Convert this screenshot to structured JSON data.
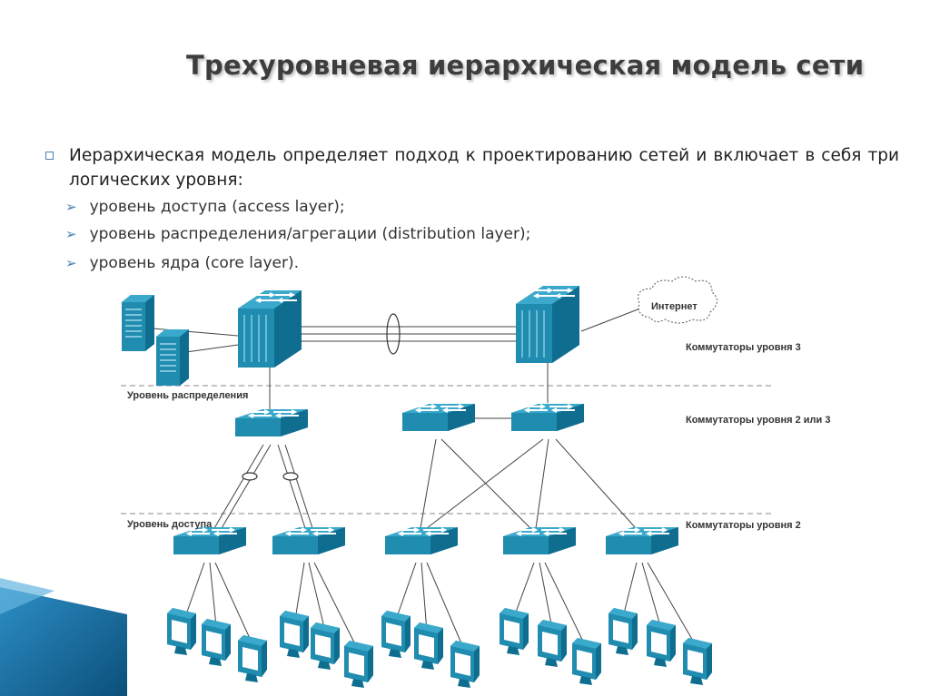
{
  "title": "Трехуровневая иерархическая модель сети",
  "intro": "Иерархическая  модель определяет подход к проектированию сетей и включает в себя три логических уровня:",
  "layers": [
    "уровень доступа (access layer);",
    "уровень распределения/агрегации (distribution layer);",
    "уровень ядра (core layer)."
  ],
  "diagram": {
    "internet": "Интернет",
    "label_l3": "Коммутаторы уровня 3",
    "label_l23": "Коммутаторы уровня 2 или 3",
    "label_l2": "Коммутаторы уровня 2",
    "zone_distribution": "Уровень распределения",
    "zone_access": "Уровень доступа"
  },
  "colors": {
    "device": "#1f8cb0",
    "device_dark": "#0f6e8f",
    "device_light": "#3aa9cb",
    "accent": "#4a7fb5",
    "band": "#1a6aa0"
  }
}
